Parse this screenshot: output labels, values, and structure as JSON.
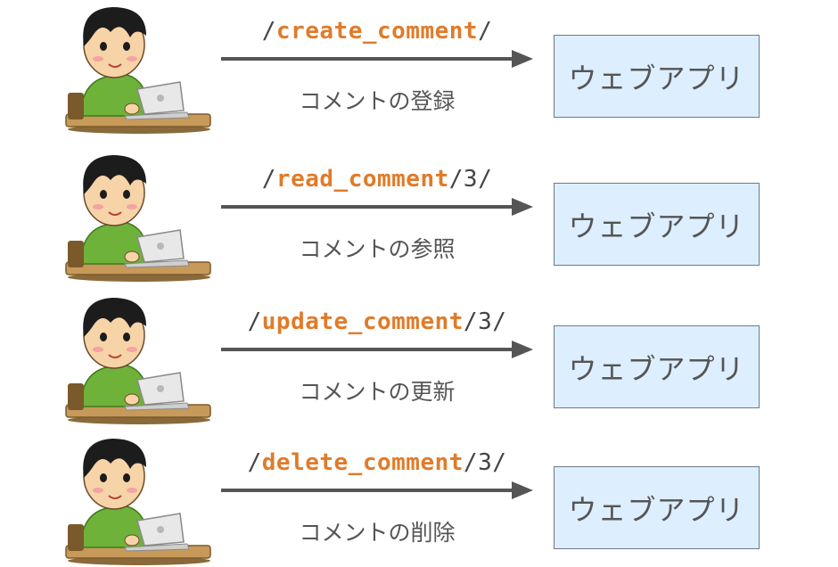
{
  "rows": [
    {
      "prefix": "/",
      "keyword": "create_comment",
      "suffix": "/",
      "caption": "コメントの登録",
      "app": "ウェブアプリ"
    },
    {
      "prefix": "/",
      "keyword": "read_comment",
      "suffix": "/3/",
      "caption": "コメントの参照",
      "app": "ウェブアプリ"
    },
    {
      "prefix": "/",
      "keyword": "update_comment",
      "suffix": "/3/",
      "caption": "コメントの更新",
      "app": "ウェブアプリ"
    },
    {
      "prefix": "/",
      "keyword": "delete_comment",
      "suffix": "/3/",
      "caption": "コメントの削除",
      "app": "ウェブアプリ"
    }
  ],
  "colors": {
    "keyword": "#e07b2a",
    "arrow": "#555555",
    "app_fill": "#ddeefe",
    "shirt": "#6fb23a",
    "desk": "#c79a5a"
  }
}
